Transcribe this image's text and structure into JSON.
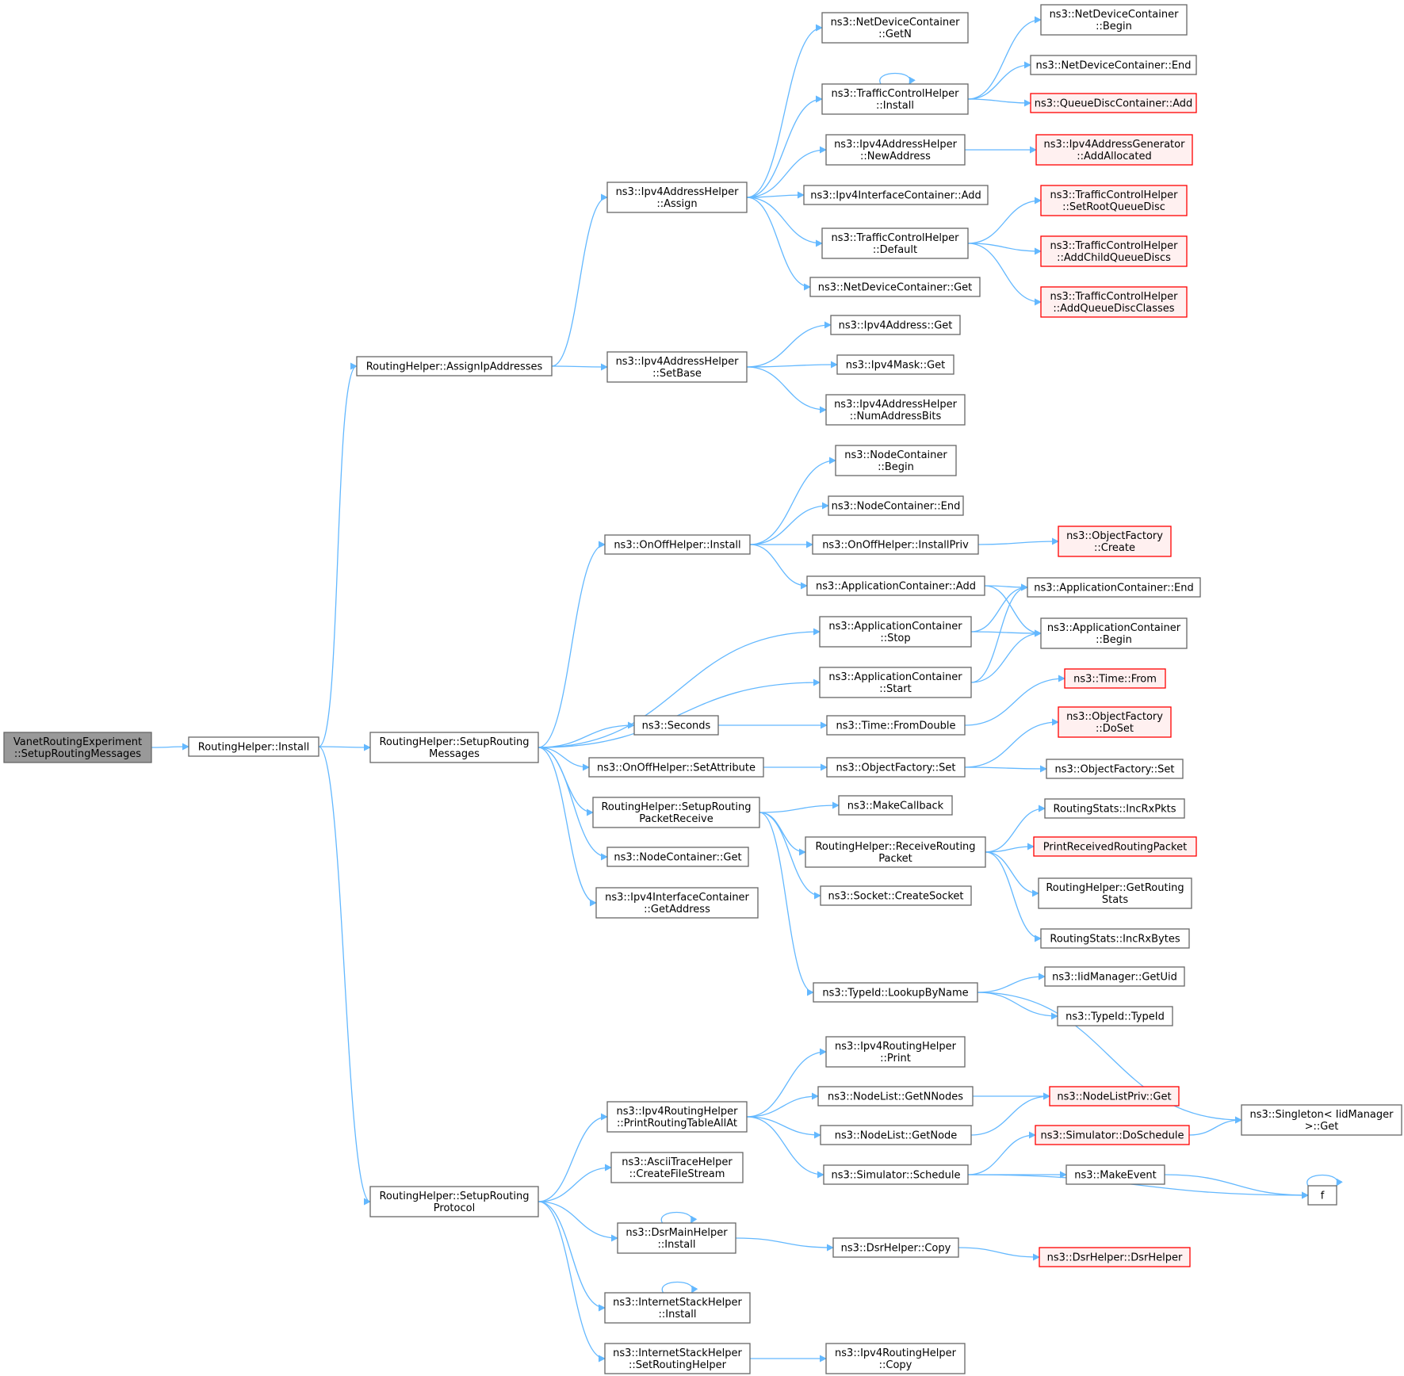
{
  "theme": {
    "edge_color": "#63b8ff",
    "node_border": "#666666",
    "root_fill": "#999999",
    "truncated_border": "#ff0000",
    "truncated_fill": "#fff0f0"
  },
  "nodes": [
    {
      "id": "root",
      "lines": [
        "VanetRoutingExperiment",
        "::SetupRoutingMessages"
      ],
      "style": "root"
    },
    {
      "id": "rh_install",
      "lines": [
        "RoutingHelper::Install"
      ]
    },
    {
      "id": "assignip",
      "lines": [
        "RoutingHelper::AssignIpAddresses"
      ]
    },
    {
      "id": "setupmsg",
      "lines": [
        "RoutingHelper::SetupRouting",
        "Messages"
      ]
    },
    {
      "id": "setupproto",
      "lines": [
        "RoutingHelper::SetupRouting",
        "Protocol"
      ]
    },
    {
      "id": "ipv4ah_assign",
      "lines": [
        "ns3::Ipv4AddressHelper",
        "::Assign"
      ]
    },
    {
      "id": "ipv4ah_setbase",
      "lines": [
        "ns3::Ipv4AddressHelper",
        "::SetBase"
      ]
    },
    {
      "id": "ndc_getn",
      "lines": [
        "ns3::NetDeviceContainer",
        "::GetN"
      ]
    },
    {
      "id": "tch_install",
      "lines": [
        "ns3::TrafficControlHelper",
        "::Install"
      ]
    },
    {
      "id": "ipv4ah_newaddr",
      "lines": [
        "ns3::Ipv4AddressHelper",
        "::NewAddress"
      ]
    },
    {
      "id": "ipv4ic_add",
      "lines": [
        "ns3::Ipv4InterfaceContainer::Add"
      ]
    },
    {
      "id": "tch_default",
      "lines": [
        "ns3::TrafficControlHelper",
        "::Default"
      ]
    },
    {
      "id": "ndc_get",
      "lines": [
        "ns3::NetDeviceContainer::Get"
      ]
    },
    {
      "id": "ndc_begin",
      "lines": [
        "ns3::NetDeviceContainer",
        "::Begin"
      ]
    },
    {
      "id": "ndc_end",
      "lines": [
        "ns3::NetDeviceContainer::End"
      ]
    },
    {
      "id": "qdc_add",
      "lines": [
        "ns3::QueueDiscContainer::Add"
      ],
      "style": "trunc"
    },
    {
      "id": "ipv4ag_alloc",
      "lines": [
        "ns3::Ipv4AddressGenerator",
        "::AddAllocated"
      ],
      "style": "trunc"
    },
    {
      "id": "tch_setroot",
      "lines": [
        "ns3::TrafficControlHelper",
        "::SetRootQueueDisc"
      ],
      "style": "trunc"
    },
    {
      "id": "tch_addchild",
      "lines": [
        "ns3::TrafficControlHelper",
        "::AddChildQueueDiscs"
      ],
      "style": "trunc"
    },
    {
      "id": "tch_addclasses",
      "lines": [
        "ns3::TrafficControlHelper",
        "::AddQueueDiscClasses"
      ],
      "style": "trunc"
    },
    {
      "id": "ipv4addr_get",
      "lines": [
        "ns3::Ipv4Address::Get"
      ]
    },
    {
      "id": "ipv4mask_get",
      "lines": [
        "ns3::Ipv4Mask::Get"
      ]
    },
    {
      "id": "ipv4ah_numbits",
      "lines": [
        "ns3::Ipv4AddressHelper",
        "::NumAddressBits"
      ]
    },
    {
      "id": "nc_begin",
      "lines": [
        "ns3::NodeContainer",
        "::Begin"
      ]
    },
    {
      "id": "nc_end",
      "lines": [
        "ns3::NodeContainer::End"
      ]
    },
    {
      "id": "onoff_install",
      "lines": [
        "ns3::OnOffHelper::Install"
      ]
    },
    {
      "id": "onoff_installpriv",
      "lines": [
        "ns3::OnOffHelper::InstallPriv"
      ]
    },
    {
      "id": "of_create",
      "lines": [
        "ns3::ObjectFactory",
        "::Create"
      ],
      "style": "trunc"
    },
    {
      "id": "ac_add",
      "lines": [
        "ns3::ApplicationContainer::Add"
      ]
    },
    {
      "id": "ac_end",
      "lines": [
        "ns3::ApplicationContainer::End"
      ]
    },
    {
      "id": "ac_stop",
      "lines": [
        "ns3::ApplicationContainer",
        "::Stop"
      ]
    },
    {
      "id": "ac_begin",
      "lines": [
        "ns3::ApplicationContainer",
        "::Begin"
      ]
    },
    {
      "id": "ac_start",
      "lines": [
        "ns3::ApplicationContainer",
        "::Start"
      ]
    },
    {
      "id": "time_from",
      "lines": [
        "ns3::Time::From"
      ],
      "style": "trunc"
    },
    {
      "id": "seconds",
      "lines": [
        "ns3::Seconds"
      ]
    },
    {
      "id": "time_fromdouble",
      "lines": [
        "ns3::Time::FromDouble"
      ]
    },
    {
      "id": "of_doset",
      "lines": [
        "ns3::ObjectFactory",
        "::DoSet"
      ],
      "style": "trunc"
    },
    {
      "id": "onoff_setattr",
      "lines": [
        "ns3::OnOffHelper::SetAttribute"
      ]
    },
    {
      "id": "of_set",
      "lines": [
        "ns3::ObjectFactory::Set"
      ]
    },
    {
      "id": "of_set2",
      "lines": [
        "ns3::ObjectFactory::Set"
      ]
    },
    {
      "id": "setuprecv",
      "lines": [
        "RoutingHelper::SetupRouting",
        "PacketReceive"
      ]
    },
    {
      "id": "makecallback",
      "lines": [
        "ns3::MakeCallback"
      ]
    },
    {
      "id": "rs_incrxpkts",
      "lines": [
        "RoutingStats::IncRxPkts"
      ]
    },
    {
      "id": "recvpkt",
      "lines": [
        "RoutingHelper::ReceiveRouting",
        "Packet"
      ]
    },
    {
      "id": "printrecv",
      "lines": [
        "PrintReceivedRoutingPacket"
      ],
      "style": "trunc"
    },
    {
      "id": "nc_get",
      "lines": [
        "ns3::NodeContainer::Get"
      ]
    },
    {
      "id": "rh_getstats",
      "lines": [
        "RoutingHelper::GetRouting",
        "Stats"
      ]
    },
    {
      "id": "socket_create",
      "lines": [
        "ns3::Socket::CreateSocket"
      ]
    },
    {
      "id": "ipv4ic_getaddr",
      "lines": [
        "ns3::Ipv4InterfaceContainer",
        "::GetAddress"
      ]
    },
    {
      "id": "rs_incrxbytes",
      "lines": [
        "RoutingStats::IncRxBytes"
      ]
    },
    {
      "id": "iidm_getuid",
      "lines": [
        "ns3::IidManager::GetUid"
      ]
    },
    {
      "id": "typeid_lookup",
      "lines": [
        "ns3::TypeId::LookupByName"
      ]
    },
    {
      "id": "typeid_typeid",
      "lines": [
        "ns3::TypeId::TypeId"
      ]
    },
    {
      "id": "ipv4rh_print",
      "lines": [
        "ns3::Ipv4RoutingHelper",
        "::Print"
      ]
    },
    {
      "id": "nl_getnnodes",
      "lines": [
        "ns3::NodeList::GetNNodes"
      ]
    },
    {
      "id": "nlp_get",
      "lines": [
        "ns3::NodeListPriv::Get"
      ],
      "style": "trunc"
    },
    {
      "id": "ipv4rh_printall",
      "lines": [
        "ns3::Ipv4RoutingHelper",
        "::PrintRoutingTableAllAt"
      ]
    },
    {
      "id": "singleton_get",
      "lines": [
        "ns3::Singleton< IidManager",
        ">::Get"
      ]
    },
    {
      "id": "nl_getnode",
      "lines": [
        "ns3::NodeList::GetNode"
      ]
    },
    {
      "id": "sim_doschedule",
      "lines": [
        "ns3::Simulator::DoSchedule"
      ],
      "style": "trunc"
    },
    {
      "id": "ascii_create",
      "lines": [
        "ns3::AsciiTraceHelper",
        "::CreateFileStream"
      ]
    },
    {
      "id": "sim_schedule",
      "lines": [
        "ns3::Simulator::Schedule"
      ]
    },
    {
      "id": "makeevent",
      "lines": [
        "ns3::MakeEvent"
      ]
    },
    {
      "id": "f",
      "lines": [
        "f"
      ]
    },
    {
      "id": "dsrmain_install",
      "lines": [
        "ns3::DsrMainHelper",
        "::Install"
      ]
    },
    {
      "id": "dsr_copy",
      "lines": [
        "ns3::DsrHelper::Copy"
      ]
    },
    {
      "id": "dsr_ctor",
      "lines": [
        "ns3::DsrHelper::DsrHelper"
      ],
      "style": "trunc"
    },
    {
      "id": "ish_install",
      "lines": [
        "ns3::InternetStackHelper",
        "::Install"
      ]
    },
    {
      "id": "ish_setrouting",
      "lines": [
        "ns3::InternetStackHelper",
        "::SetRoutingHelper"
      ]
    },
    {
      "id": "ipv4rh_copy",
      "lines": [
        "ns3::Ipv4RoutingHelper",
        "::Copy"
      ]
    }
  ],
  "edges": [
    [
      "root",
      "rh_install"
    ],
    [
      "rh_install",
      "assignip"
    ],
    [
      "rh_install",
      "setupmsg"
    ],
    [
      "rh_install",
      "setupproto"
    ],
    [
      "assignip",
      "ipv4ah_assign"
    ],
    [
      "assignip",
      "ipv4ah_setbase"
    ],
    [
      "ipv4ah_assign",
      "ndc_getn"
    ],
    [
      "ipv4ah_assign",
      "tch_install"
    ],
    [
      "ipv4ah_assign",
      "ipv4ah_newaddr"
    ],
    [
      "ipv4ah_assign",
      "ipv4ic_add"
    ],
    [
      "ipv4ah_assign",
      "tch_default"
    ],
    [
      "ipv4ah_assign",
      "ndc_get"
    ],
    [
      "tch_install",
      "ndc_begin"
    ],
    [
      "tch_install",
      "ndc_end"
    ],
    [
      "tch_install",
      "qdc_add"
    ],
    [
      "tch_install",
      "tch_install"
    ],
    [
      "ipv4ah_newaddr",
      "ipv4ag_alloc"
    ],
    [
      "tch_default",
      "tch_setroot"
    ],
    [
      "tch_default",
      "tch_addchild"
    ],
    [
      "tch_default",
      "tch_addclasses"
    ],
    [
      "ipv4ah_setbase",
      "ipv4addr_get"
    ],
    [
      "ipv4ah_setbase",
      "ipv4mask_get"
    ],
    [
      "ipv4ah_setbase",
      "ipv4ah_numbits"
    ],
    [
      "setupmsg",
      "onoff_install"
    ],
    [
      "setupmsg",
      "ac_stop"
    ],
    [
      "setupmsg",
      "ac_start"
    ],
    [
      "setupmsg",
      "seconds"
    ],
    [
      "setupmsg",
      "onoff_setattr"
    ],
    [
      "setupmsg",
      "setuprecv"
    ],
    [
      "setupmsg",
      "nc_get"
    ],
    [
      "setupmsg",
      "ipv4ic_getaddr"
    ],
    [
      "onoff_install",
      "nc_begin"
    ],
    [
      "onoff_install",
      "nc_end"
    ],
    [
      "onoff_install",
      "onoff_installpriv"
    ],
    [
      "onoff_install",
      "ac_add"
    ],
    [
      "onoff_installpriv",
      "of_create"
    ],
    [
      "ac_add",
      "ac_end"
    ],
    [
      "ac_add",
      "ac_begin"
    ],
    [
      "ac_stop",
      "ac_end"
    ],
    [
      "ac_stop",
      "ac_begin"
    ],
    [
      "ac_start",
      "ac_end"
    ],
    [
      "ac_start",
      "ac_begin"
    ],
    [
      "seconds",
      "time_fromdouble"
    ],
    [
      "time_fromdouble",
      "time_from"
    ],
    [
      "onoff_setattr",
      "of_set"
    ],
    [
      "of_set",
      "of_doset"
    ],
    [
      "of_set",
      "of_set2"
    ],
    [
      "setuprecv",
      "makecallback"
    ],
    [
      "setuprecv",
      "recvpkt"
    ],
    [
      "setuprecv",
      "socket_create"
    ],
    [
      "setuprecv",
      "typeid_lookup"
    ],
    [
      "recvpkt",
      "rs_incrxpkts"
    ],
    [
      "recvpkt",
      "printrecv"
    ],
    [
      "recvpkt",
      "rh_getstats"
    ],
    [
      "recvpkt",
      "rs_incrxbytes"
    ],
    [
      "typeid_lookup",
      "iidm_getuid"
    ],
    [
      "typeid_lookup",
      "typeid_typeid"
    ],
    [
      "typeid_lookup",
      "singleton_get"
    ],
    [
      "setupproto",
      "ipv4rh_printall"
    ],
    [
      "setupproto",
      "ascii_create"
    ],
    [
      "setupproto",
      "dsrmain_install"
    ],
    [
      "setupproto",
      "ish_install"
    ],
    [
      "setupproto",
      "ish_setrouting"
    ],
    [
      "ipv4rh_printall",
      "ipv4rh_print"
    ],
    [
      "ipv4rh_printall",
      "nl_getnnodes"
    ],
    [
      "ipv4rh_printall",
      "nl_getnode"
    ],
    [
      "ipv4rh_printall",
      "sim_schedule"
    ],
    [
      "nl_getnnodes",
      "nlp_get"
    ],
    [
      "nl_getnode",
      "nlp_get"
    ],
    [
      "sim_schedule",
      "sim_doschedule"
    ],
    [
      "sim_schedule",
      "makeevent"
    ],
    [
      "sim_schedule",
      "f"
    ],
    [
      "sim_doschedule",
      "singleton_get"
    ],
    [
      "makeevent",
      "f"
    ],
    [
      "f",
      "f"
    ],
    [
      "dsrmain_install",
      "dsrmain_install"
    ],
    [
      "dsrmain_install",
      "dsr_copy"
    ],
    [
      "dsr_copy",
      "dsr_ctor"
    ],
    [
      "ish_install",
      "ish_install"
    ],
    [
      "ish_setrouting",
      "ipv4rh_copy"
    ]
  ]
}
